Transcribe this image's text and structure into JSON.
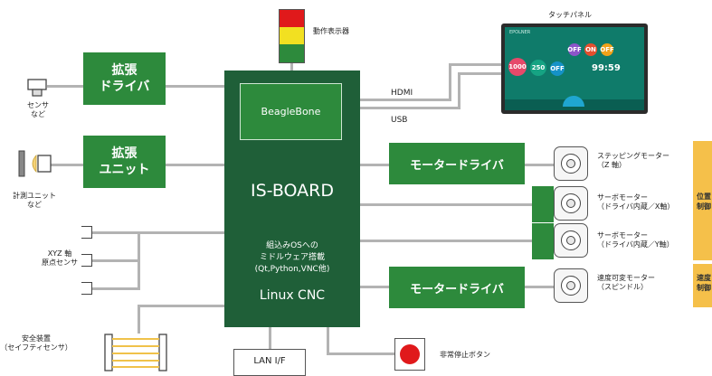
{
  "center": {
    "board_name": "IS-BOARD",
    "beaglebone": "BeagleBone",
    "os_line1": "組込みOSへの",
    "os_line2": "ミドルウェア搭載",
    "os_line3": "(Qt,Python,VNC他)",
    "linuxcnc": "Linux CNC"
  },
  "left": {
    "driver_box_line1": "拡張",
    "driver_box_line2": "ドライバ",
    "unit_box_line1": "拡張",
    "unit_box_line2": "ユニット",
    "sensor_line1": "センサ",
    "sensor_line2": "など",
    "measure_line1": "計測ユニット",
    "measure_line2": "など",
    "xyz_line1": "XYZ 軸",
    "xyz_line2": "原点センサ",
    "safety_line1": "安全装置",
    "safety_line2": "（セイフティセンサ）"
  },
  "top": {
    "signal_label": "動作表示器",
    "touch_panel_label": "タッチパネル",
    "hdmi": "HDMI",
    "usb": "USB"
  },
  "screen": {
    "brand": "EPOLNER",
    "time": "99:59",
    "tiles": [
      "1000",
      "250",
      "OFF",
      "OFF",
      "ON",
      "OFF"
    ]
  },
  "right": {
    "motor_driver_1": "モータードライバ",
    "motor_driver_2": "モータードライバ",
    "stepping_line1": "ステッピングモーター",
    "stepping_line2": "（Z 軸）",
    "servo_x_line1": "サーボモーター",
    "servo_x_line2": "（ドライバ内蔵／X軸）",
    "servo_y_line1": "サーボモーター",
    "servo_y_line2": "（ドライバ内蔵／Y軸）",
    "speed_line1": "速度可変モーター",
    "speed_line2": "（スピンドル）",
    "side_pos_line1": "位置",
    "side_pos_line2": "制御",
    "side_speed_line1": "速度",
    "side_speed_line2": "制御"
  },
  "bottom": {
    "lan": "LAN I/F",
    "estop": "非常停止ボタン"
  },
  "colors": {
    "green": "#2d8a3c",
    "dark_green": "#1f5f38",
    "wire": "#b3b3b3",
    "side_tab": "#f5c04a",
    "estop_red": "#e0191b"
  }
}
